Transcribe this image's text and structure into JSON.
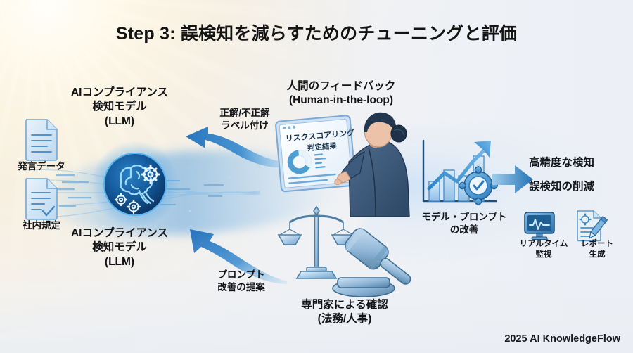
{
  "page": {
    "title": "Step 3: 誤検知を減らすためのチューニングと評価",
    "footer": "2025 AI KnowledgeFlow",
    "background_accent": "#f7f0e2",
    "accent_blue": "#2f7ec4"
  },
  "inputs": {
    "doc1_label": "発言データ",
    "doc2_label": "社内規定",
    "doc1_icon": "document-lines-icon",
    "doc2_icon": "document-check-icon"
  },
  "model": {
    "top_label": "AIコンプライアンス\n検知モデル\n(LLM)",
    "bottom_label": "AIコンプライアンス\n検知モデル\n(LLM)",
    "icon": "ai-brain-gears-icon"
  },
  "feedback": {
    "hitl_label": "人間のフィードバック\n(Human-in-the-loop)",
    "top_arrow_label": "正解/不正解\nラベル付け",
    "bottom_arrow_label": "プロンプト\n改善の提案",
    "experts_label": "専門家による確認\n(法務/人事)",
    "tablet_title": "リスクスコアリング",
    "tablet_subtitle": "判定結果",
    "tablet_icon": "risk-scoring-dashboard-icon",
    "person_icon": "business-person-icon",
    "justice_icon": "scales-and-gavel-icon"
  },
  "improvement": {
    "label": "モデル・プロンプト\nの改善",
    "icon": "growth-chart-gear-icon"
  },
  "outcomes": {
    "line1": "高精度な検知",
    "line2": "誤検知の削減",
    "arrow_icon": "arrow-right-icon",
    "features": [
      {
        "label": "リアルタイム\n監視",
        "icon": "monitor-pulse-icon"
      },
      {
        "label": "レポート\n生成",
        "icon": "document-pencil-icon"
      }
    ]
  }
}
